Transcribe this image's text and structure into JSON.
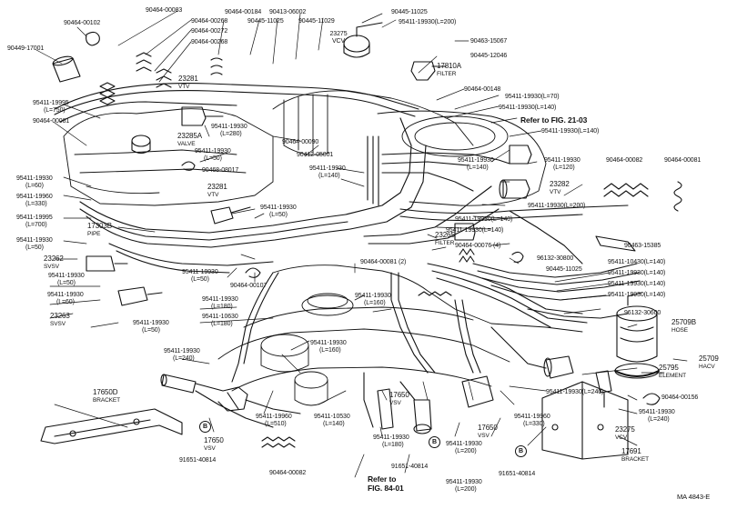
{
  "diagram_id": "MA 4843-E",
  "labels": {
    "p90464_00083": "90464-00083",
    "p90464_00102": "90464-00102",
    "p90464_00268a": "90464-00268",
    "p90464_00272": "90464-00272",
    "p90464_00268b": "90464-00268",
    "p90449_17001": "90449-17001",
    "p90464_00184": "90464-00184",
    "p90445_11025a": "90445-11025",
    "p90413_06002": "90413-06002",
    "p90445_11029": "90445-11029",
    "p90445_11025b": "90445-11025",
    "p95411_19930_200": "95411-19930(L=200)",
    "p23275_top_num": "23275",
    "p23275_top_name": "VCV",
    "p90463_15067": "90463-15067",
    "p90445_12046": "90445-12046",
    "p17810A_num": "17810A",
    "p17810A_name": "FILTER",
    "p23281_top_num": "23281",
    "p23281_top_name": "VTV",
    "p90464_00148": "90464-00148",
    "p95411_19930_70": "95411-19930(L=70)",
    "p95411_19995_num": "95411-19995",
    "p95411_19995_len": "(L=750)",
    "p95411_19930_140a": "95411-19930(L=140)",
    "ref_21_03": "Refer to FIG. 21-03",
    "p90464_00081a": "90464-00081",
    "p95411_19930_280_num": "95411-19930",
    "p95411_19930_280_len": "(L=280)",
    "p95411_19930_140b": "95411-19930(L=140)",
    "p23285A_num": "23285A",
    "p23285A_name": "VALVE",
    "p90464_00090": "90464-00090",
    "p95411_19930_50a_num": "95411-19930",
    "p95411_19930_50a_len": "(L=50)",
    "p90412_05001": "90412-05001",
    "p95411_19930_140c_num": "95411-19930",
    "p95411_19930_140c_len": "(L=140)",
    "p95411_19930_120_num": "95411-19930",
    "p95411_19930_120_len": "(L=120)",
    "p90464_00082a": "90464-00082",
    "p90464_00081b": "90464-00081",
    "p90468_08017": "90468-08017",
    "p95411_19930_140d_num": "95411-19930",
    "p95411_19930_140d_len": "(L=140)",
    "p95411_19930_60a_num": "95411-19930",
    "p95411_19930_60a_len": "(L=60)",
    "p23281_mid_num": "23281",
    "p23281_mid_name": "VTV",
    "p95411_19960_330a_num": "95411-19960",
    "p95411_19960_330a_len": "(L=330)",
    "p23282_num": "23282",
    "p23282_name": "VTV",
    "p95411_19930_200b": "95411-19930(L=200)",
    "p95411_19995_700_num": "95411-19995",
    "p95411_19995_700_len": "(L=700)",
    "p17303B_num": "17303B",
    "p17303B_name": "PIPE",
    "p95411_19930_50b_num": "95411-19930",
    "p95411_19930_50b_len": "(L=50)",
    "p95411_19930_140e": "95411-19930(L=140)",
    "p95411_19930_140f": "95411-19930(L=140)",
    "p95411_19930_50c_num": "95411-19930",
    "p95411_19930_50c_len": "(L=50)",
    "p23265_num": "23265",
    "p23265_name": "FILTER",
    "p90463_15385": "90463-15385",
    "p90464_00076": "90464-00076 (4)",
    "p23262_num": "23262",
    "p23262_name": "SVSV",
    "p90464_00081c": "90464-00081 (2)",
    "p96132_30800": "96132-30800",
    "p95411_19930_50d_num": "95411-19930",
    "p95411_19930_50d_len": "(L=50)",
    "p90445_11025c": "90445-11025",
    "p95411_10430": "95411-10430(L=140)",
    "p95411_19930_50e_num": "95411-19930",
    "p95411_19930_50e_len": "(L=50)",
    "p90464_00107": "90464-00107",
    "p95411_19930_140g": "95411-19930(L=140)",
    "p95411_19930_140h": "95411-19930(L=140)",
    "p95411_19930_60b_num": "95411-19930",
    "p95411_19930_60b_len": "(L=60)",
    "p95411_19930_180a_num": "95411-19930",
    "p95411_19930_180a_len": "(L=180)",
    "p95411_19930_160a_num": "95411-19930",
    "p95411_19930_160a_len": "(L=160)",
    "p95411_19930_140i": "95411-19930(L=140)",
    "p23263_num": "23263",
    "p23263_name": "SVSV",
    "p95411_19930_50f_num": "95411-19930",
    "p95411_19930_50f_len": "(L=50)",
    "p95411_10630_num": "95411-10630",
    "p95411_10630_len": "(L=180)",
    "p96132_30600": "96132-30600",
    "p25709B_num": "25709B",
    "p25709B_name": "HOSE",
    "p95411_19930_240a_num": "95411-19930",
    "p95411_19930_240a_len": "(L=240)",
    "p95411_19930_160b_num": "95411-19930",
    "p95411_19930_160b_len": "(L=160)",
    "p25709_num": "25709",
    "p25709_name": "HACV",
    "p25795_num": "25795",
    "p25795_name": "ELEMENT",
    "p17650D_num": "17650D",
    "p17650D_name": "BRACKET",
    "p95411_19960_510_num": "95411-19960",
    "p95411_19960_510_len": "(L=510)",
    "p95411_10530_num": "95411-10530",
    "p95411_10530_len": "(L=140)",
    "p17650_mid_num": "17650",
    "p17650_mid_name": "VSV",
    "p95411_19930_240b": "95411-19930(L=240)",
    "p90464_00156": "90464-00156",
    "p95411_19930_240c_num": "95411-19930",
    "p95411_19930_240c_len": "(L=240)",
    "p95411_19960_330b_num": "95411-19960",
    "p95411_19960_330b_len": "(L=330)",
    "p23275_bot_num": "23275",
    "p23275_bot_name": "VCV",
    "p17650_left_num": "17650",
    "p17650_left_name": "VSV",
    "p95411_19930_180b_num": "95411-19930",
    "p95411_19930_180b_len": "(L=180)",
    "p17650_right_num": "17650",
    "p17650_right_name": "VSV",
    "p95411_19930_200c_num": "95411-19930",
    "p95411_19930_200c_len": "(L=200)",
    "p17691_num": "17691",
    "p17691_name": "BRACKET",
    "p91651_40814a": "91651-40814",
    "p90464_00082b": "90464-00082",
    "p91651_40814b": "91651-40814",
    "p91651_40814c": "91651-40814",
    "ref_84_01_l1": "Refer to",
    "ref_84_01_l2": "FIG. 84-01",
    "p95411_19930_200d_num": "95411-19930",
    "p95411_19930_200d_len": "(L=200)",
    "marker_b": "B"
  }
}
